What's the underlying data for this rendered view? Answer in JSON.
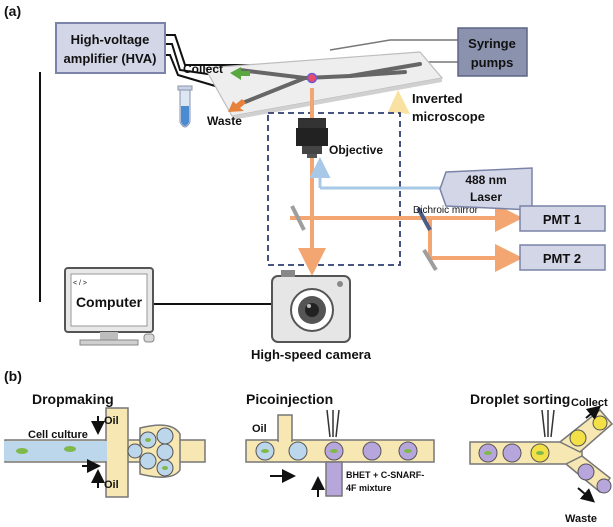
{
  "panel_a": {
    "label": "(a)",
    "hva": [
      "High-voltage",
      "amplifier (HVA)"
    ],
    "syringe": [
      "Syringe",
      "pumps"
    ],
    "collect": "Collect",
    "waste": "Waste",
    "microscope": [
      "Inverted",
      "microscope"
    ],
    "objective": "Objective",
    "laser": [
      "488 nm",
      "Laser"
    ],
    "dichroic": "Dichroic mirror",
    "pmt1": "PMT 1",
    "pmt2": "PMT 2",
    "computer": "Computer",
    "screen_glyph": "< / >",
    "camera": "High-speed camera"
  },
  "panel_b": {
    "label": "(b)",
    "dropmaking": {
      "title": "Dropmaking",
      "cell_culture": "Cell culture",
      "oil_top": "Oil",
      "oil_bottom": "Oil"
    },
    "picoinjection": {
      "title": "Picoinjection",
      "oil": "Oil",
      "mixture": [
        "BHET + C-SNARF-",
        "4F mixture"
      ]
    },
    "sorting": {
      "title": "Droplet sorting",
      "collect": "Collect",
      "waste": "Waste"
    }
  },
  "colors": {
    "box_fill": "#d2d6e6",
    "box_stroke": "#7b84a8",
    "syringe_fill": "#8a92ae",
    "laser_path": "#f4a672",
    "laser_blue": "#a7c8e6",
    "channel_fill": "#f6e7b3",
    "droplet_fill": "#bcd6ec",
    "droplet_purple": "#b7a6dc",
    "cell_green": "#7fb94a",
    "collect_arrow": "#5aa640",
    "waste_arrow": "#e6823b"
  }
}
